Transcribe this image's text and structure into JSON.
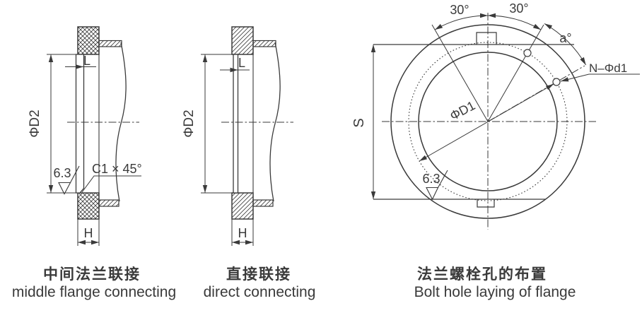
{
  "page": {
    "background": "#ffffff",
    "line_color": "#3a3a3a",
    "text_color": "#3a3a3a"
  },
  "figures": {
    "middle_flange": {
      "caption_zh": "中间法兰联接",
      "caption_en": "middle flange connecting",
      "labels": {
        "thickness": "L",
        "diameter": "ΦD2",
        "height": "H",
        "roughness": "6.3",
        "chamfer": "C1 × 45°"
      }
    },
    "direct": {
      "caption_zh": "直接联接",
      "caption_en": "direct connecting",
      "labels": {
        "thickness": "L",
        "diameter": "ΦD2",
        "height": "H"
      }
    },
    "bolt_layout": {
      "caption_zh": "法兰螺栓孔的布置",
      "caption_en": "Bolt hole laying of flange",
      "labels": {
        "angle_left": "30°",
        "angle_right": "30°",
        "angle_pitch": "a°",
        "bolt_holes": "N–Φd1",
        "bolt_circle_diameter": "ΦD1",
        "across_flats": "S",
        "roughness": "6.3"
      }
    }
  }
}
